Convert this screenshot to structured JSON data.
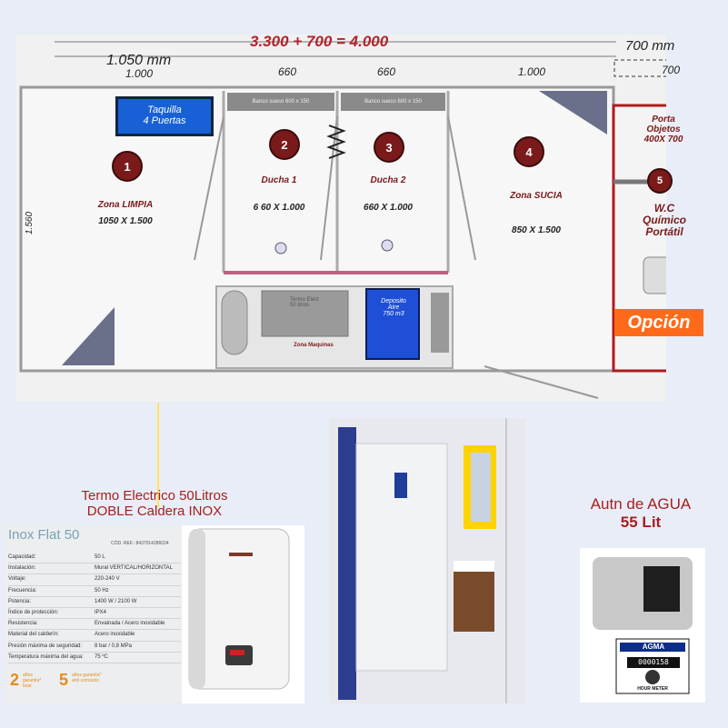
{
  "plan": {
    "total_dim": "3.300 + 700 = 4.000",
    "right_dim": "700 mm",
    "left_dim": "1.050 mm",
    "small_dims": [
      "1.000",
      "660",
      "660",
      "1.000",
      "700"
    ],
    "height_dim": "1.560",
    "locker": "Taquilla\n4 Puertas",
    "zones": [
      {
        "num": "1",
        "name": "Zona  LIMPIA",
        "dim": "1050 X 1.500"
      },
      {
        "num": "2",
        "name": "Ducha 1",
        "dim": "6 60 X 1.000"
      },
      {
        "num": "3",
        "name": "Ducha 2",
        "dim": "660 X 1.000"
      },
      {
        "num": "4",
        "name": "Zona SUCIA",
        "dim": "850 X 1.500"
      },
      {
        "num": "5",
        "name": "W.C\nQuímico\nPortátil",
        "dim": ""
      }
    ],
    "porta_objetos": "Porta\nObjetos\n400X 700",
    "opcion": "Opción",
    "bench_label": "Banco  sueco  600 x 150",
    "termo_label": "Termo Elect\n50 litros",
    "aire_label": "Deposito\nAire\n750 m3",
    "zona_maquinas": "Zona Maquinas"
  },
  "termo": {
    "caption_line1": "Termo Electrico  50Litros",
    "caption_line2": "DOBLE Caldera  INOX",
    "product_name": "Inox Flat 50",
    "code": "CÓD. REF.: 8437014286024",
    "specs": [
      [
        "Capacidad:",
        "50 L"
      ],
      [
        "Instalación:",
        "Mural VERTICAL/HORIZONTAL"
      ],
      [
        "Voltaje:",
        "220-240 V"
      ],
      [
        "Frecuencia:",
        "50 Hz"
      ],
      [
        "Potencia:",
        "1400 W / 2100 W"
      ],
      [
        "Índice de protección:",
        "IPX4"
      ],
      [
        "Resistencia:",
        "Envainada / Acero inoxidable"
      ],
      [
        "Material del calderín:",
        "Acero inoxidable"
      ],
      [
        "Presión máxima de seguridad:",
        "8 bar / 0,8 MPa"
      ],
      [
        "Temperatura máxima del agua:",
        "75 ºC"
      ]
    ],
    "warranty1_num": "2",
    "warranty1_text": "años garantía* total",
    "warranty2_num": "5",
    "warranty2_text": "años garantía* anti corrosión"
  },
  "agua": {
    "caption_line1": "Autn de AGUA",
    "caption_line2": "55 Lit",
    "meter_brand": "AGMA",
    "meter_digits": "0000158",
    "meter_label": "HOUR METER"
  }
}
